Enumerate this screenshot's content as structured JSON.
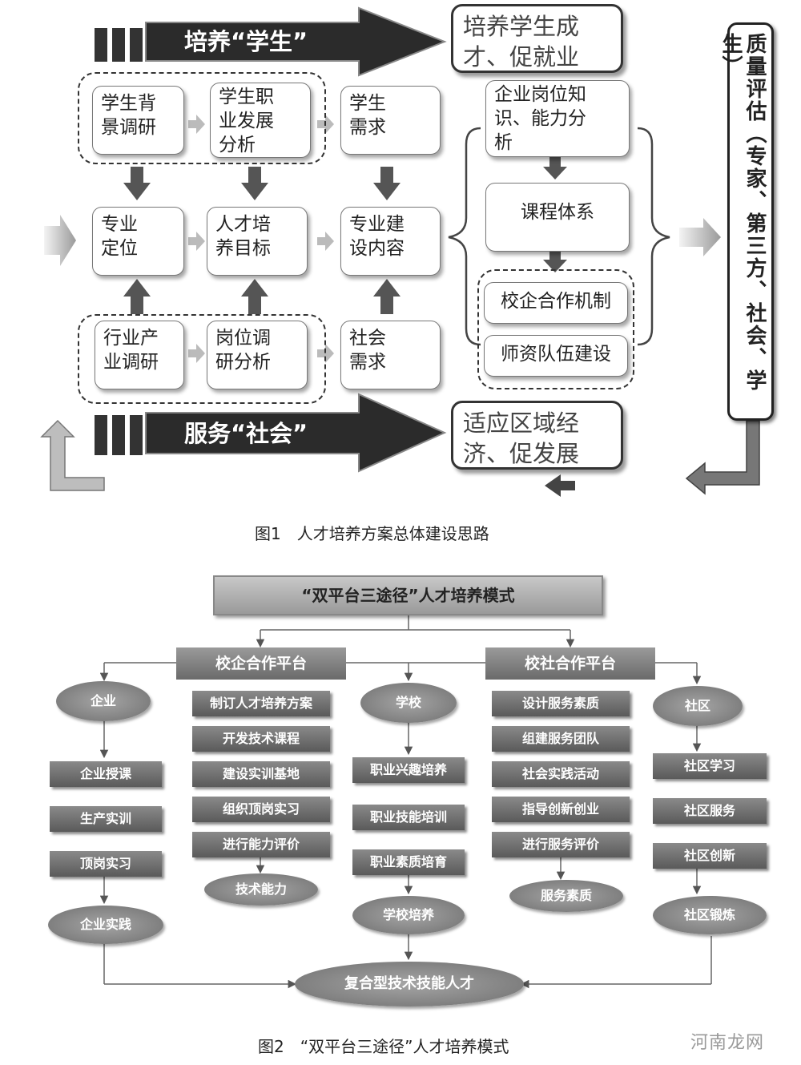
{
  "figure1": {
    "arrow_top_label": "培养“学生”",
    "arrow_bottom_label": "服务“社会”",
    "goal_top": [
      "培养学生成",
      "才、促就业"
    ],
    "goal_bottom": [
      "适应区域经",
      "济、促发展"
    ],
    "box_student_bg": [
      "学生背",
      "景调研"
    ],
    "box_career": [
      "学生职",
      "业发展",
      "分析"
    ],
    "box_student_need": [
      "学生",
      "需求"
    ],
    "box_major_position": [
      "专业",
      "定位"
    ],
    "box_talent_goal": [
      "人才培",
      "养目标"
    ],
    "box_major_content": [
      "专业建",
      "设内容"
    ],
    "box_industry": [
      "行业产",
      "业调研"
    ],
    "box_post_research": [
      "岗位调",
      "研分析"
    ],
    "box_social_need": [
      "社会",
      "需求"
    ],
    "box_enterprise_ability": [
      "企业岗位知",
      "识、能力分",
      "析"
    ],
    "box_curriculum": "课程体系",
    "box_coop_mechanism": "校企合作机制",
    "box_teacher_team": "师资队伍建设",
    "quality_eval": "质量评估（专家、第三方、社会、学生）",
    "caption": "图1　人才培养方案总体建设思路"
  },
  "figure2": {
    "title": "“双平台三途径”人才培养模式",
    "platform_left": "校企合作平台",
    "platform_right": "校社合作平台",
    "enterprise": "企业",
    "enterprise_items": [
      "企业授课",
      "生产实训",
      "顶岗实习"
    ],
    "enterprise_result": "企业实践",
    "left_center_items": [
      "制订人才培养方案",
      "开发技术课程",
      "建设实训基地",
      "组织顶岗实习",
      "进行能力评价"
    ],
    "left_center_result": "技术能力",
    "school": "学校",
    "school_items": [
      "职业兴趣培养",
      "职业技能培训",
      "职业素质培育"
    ],
    "school_result": "学校培养",
    "right_center_items": [
      "设计服务素质",
      "组建服务团队",
      "社会实践活动",
      "指导创新创业",
      "进行服务评价"
    ],
    "right_center_result": "服务素质",
    "community": "社区",
    "community_items": [
      "社区学习",
      "社区服务",
      "社区创新"
    ],
    "community_result": "社区锻炼",
    "final": "复合型技术技能人才",
    "caption": "图2　“双平台三途径”人才培养模式"
  },
  "watermark": "河南龙网",
  "colors": {
    "dark_arrow": "#2b2b2b",
    "gray_fill": "#7a7a7a",
    "light_arrow": "#bdbdbd"
  }
}
